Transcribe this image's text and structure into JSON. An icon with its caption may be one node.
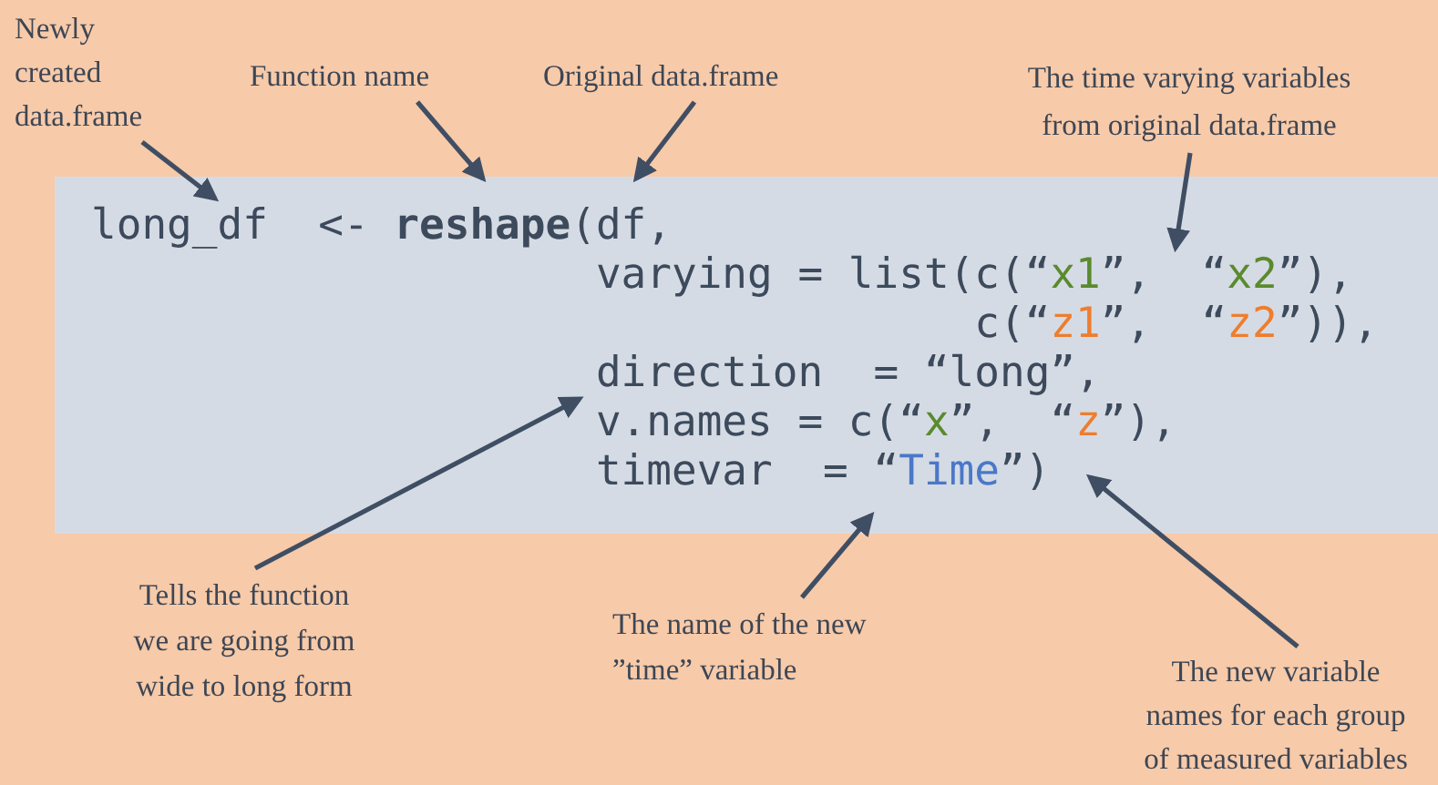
{
  "diagram": {
    "nodes": [
      {
        "text": [
          "Newly created data.frame"
        ]
      },
      {
        "text": [
          "Function name"
        ]
      },
      {
        "text": [
          "Original data.frame"
        ]
      },
      {
        "text": [
          "The time varying variables from original data.frame"
        ]
      },
      {
        "text": [
          "long_df  <- ",
          "reshape",
          "(df,",
          "varying = list(c(“",
          "x1",
          "”,  “",
          "x2",
          "”),",
          "c(“",
          "z1",
          "”,  “",
          "z2",
          "”)),",
          "direction  = “long”,",
          "v.names = c(“",
          "x",
          "”,  “",
          "z",
          "”),",
          "timevar  = “",
          "Time",
          "”)"
        ]
      },
      {
        "text": [
          "Tells the function we are going from wide to long form"
        ]
      },
      {
        "text": [
          "The name of the new ”time” variable"
        ]
      },
      {
        "text": [
          "The new variable names for each group of measured variables"
        ]
      }
    ],
    "edges": [
      {
        "from": 0,
        "to": 4,
        "arrow": "to"
      },
      {
        "from": 1,
        "to": 4,
        "arrow": "to"
      },
      {
        "from": 2,
        "to": 4,
        "arrow": "to"
      },
      {
        "from": 3,
        "to": 4,
        "arrow": "to"
      },
      {
        "from": 5,
        "to": 4,
        "arrow": "to"
      },
      {
        "from": 6,
        "to": 4,
        "arrow": "to"
      },
      {
        "from": 7,
        "to": 4,
        "arrow": "to"
      }
    ]
  }
}
